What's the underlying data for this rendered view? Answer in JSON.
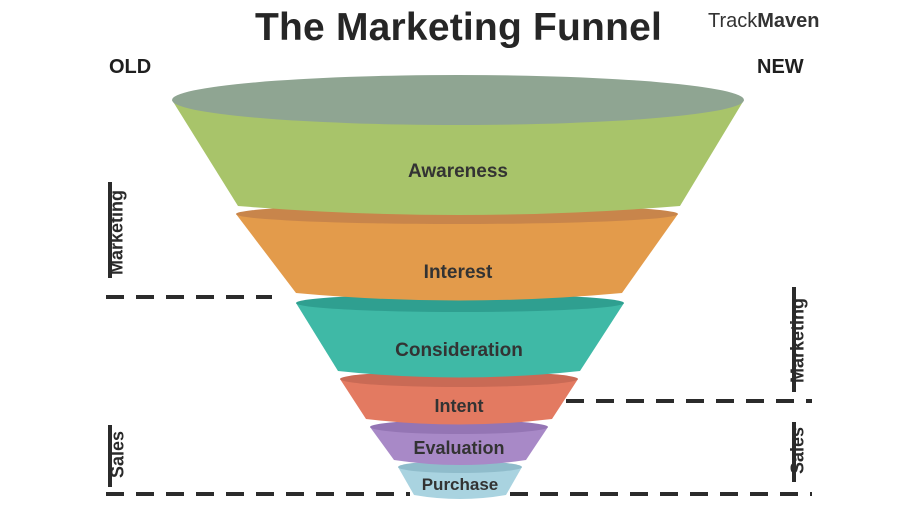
{
  "title": "The Marketing Funnel",
  "brand": {
    "part1": "Track",
    "part2": "Maven"
  },
  "columns": {
    "left": "OLD",
    "right": "NEW"
  },
  "left_labels": {
    "marketing": "Marketing",
    "sales": "Sales"
  },
  "right_labels": {
    "marketing": "Marketing",
    "sales": "Sales"
  },
  "stages": [
    {
      "label": "Awareness",
      "color": "#a8c46a",
      "rim": "#8fa592"
    },
    {
      "label": "Interest",
      "color": "#e39b4b",
      "rim": "#c8854b"
    },
    {
      "label": "Consideration",
      "color": "#3fb9a6",
      "rim": "#2f9f90"
    },
    {
      "label": "Intent",
      "color": "#e37a61",
      "rim": "#c96a55"
    },
    {
      "label": "Evaluation",
      "color": "#a889c7",
      "rim": "#9475b4"
    },
    {
      "label": "Purchase",
      "color": "#a9d3e0",
      "rim": "#8fbccb"
    }
  ],
  "colors": {
    "dash": "#2b2b2b",
    "text": "#333333"
  }
}
